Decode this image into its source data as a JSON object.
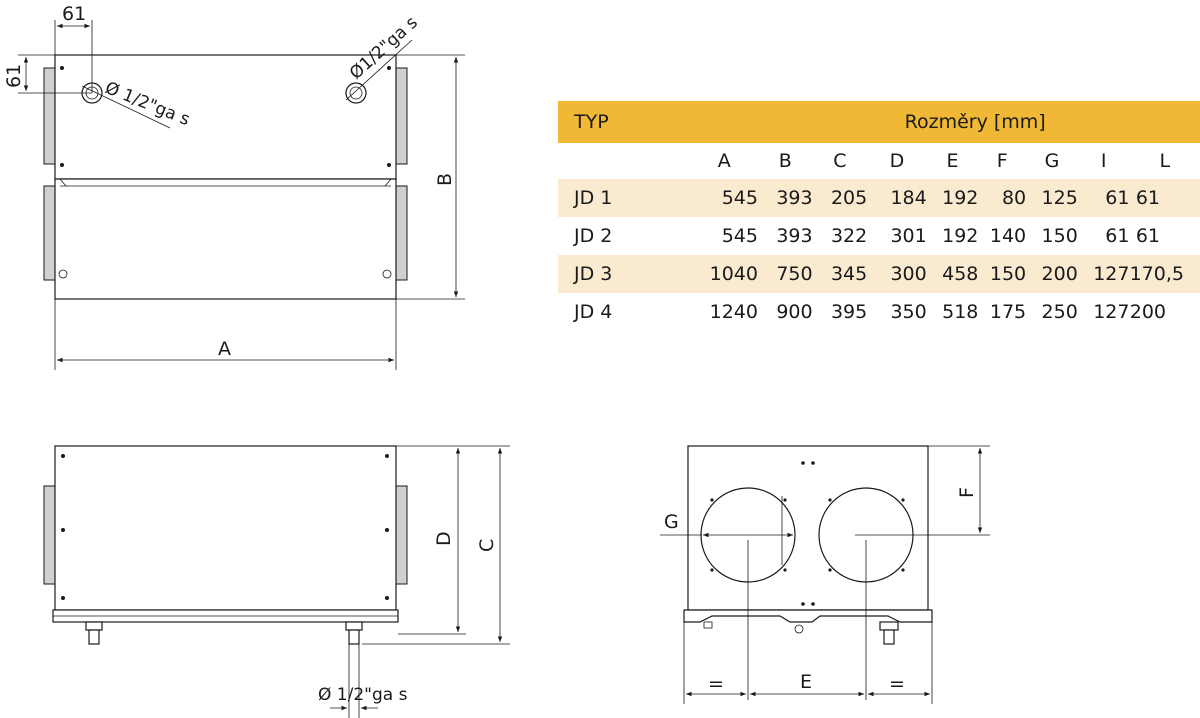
{
  "table": {
    "type_header": "TYP",
    "dim_header": "Rozměry [mm]",
    "columns": [
      "A",
      "B",
      "C",
      "D",
      "E",
      "F",
      "G",
      "I",
      "L"
    ],
    "rows": [
      {
        "type": "JD 1",
        "values": [
          "545",
          "393",
          "205",
          "184",
          "192",
          "80",
          "125",
          "61",
          "61"
        ]
      },
      {
        "type": "JD 2",
        "values": [
          "545",
          "393",
          "322",
          "301",
          "192",
          "140",
          "150",
          "61",
          "61"
        ]
      },
      {
        "type": "JD 3",
        "values": [
          "1040",
          "750",
          "345",
          "300",
          "458",
          "150",
          "200",
          "127",
          "170,5"
        ]
      },
      {
        "type": "JD 4",
        "values": [
          "1240",
          "900",
          "395",
          "350",
          "518",
          "175",
          "250",
          "127",
          "200"
        ]
      }
    ]
  },
  "drawing": {
    "top_view": {
      "dim_61_horizontal": "61",
      "dim_61_vertical": "61",
      "pipe_label_left": "Ø 1/2\"ga s",
      "pipe_label_right": "Ø1/2\"ga s",
      "dim_a": "A",
      "dim_b": "B"
    },
    "front_view": {
      "dim_c": "C",
      "dim_d": "D",
      "pipe_label": "Ø 1/2\"ga s"
    },
    "side_view": {
      "dim_e": "E",
      "dim_f": "F",
      "dim_g": "G",
      "equal_left": "=",
      "equal_right": "="
    }
  },
  "colors": {
    "header_bg": "#f0b834",
    "alt_row_bg": "#f9ead0",
    "line": "#1a1a1a"
  }
}
